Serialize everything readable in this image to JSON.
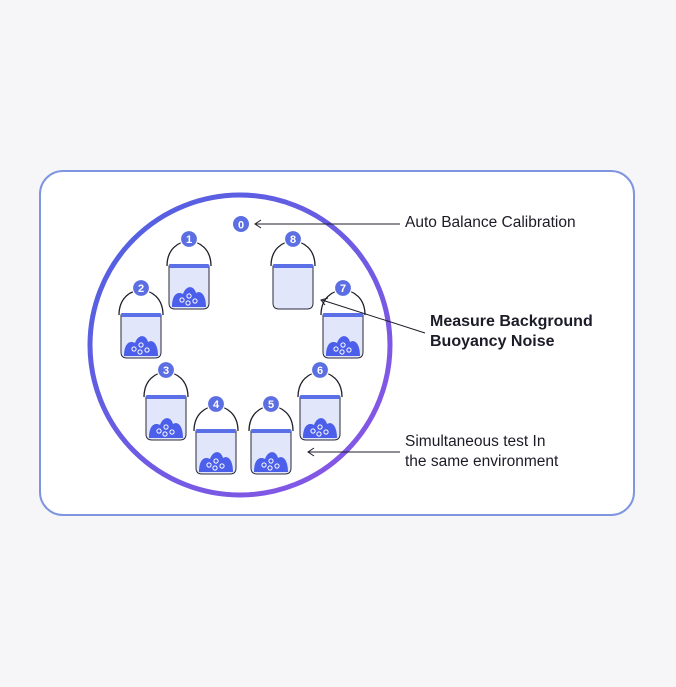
{
  "colors": {
    "ring_outer": "#4d62e0",
    "ring_inner": "#8c55e6",
    "card_border": "#7f95e0",
    "bucket_fill": "#e1e6fb",
    "bucket_rim": "#5b6fe6",
    "sample": "#4b5fea",
    "badge": "#5c6fe2",
    "text": "#1c1c28"
  },
  "positions": {
    "calibration": "0",
    "buckets": [
      "1",
      "2",
      "3",
      "4",
      "5",
      "6",
      "7",
      "8"
    ]
  },
  "annotations": {
    "auto_balance": "Auto Balance Calibration",
    "measure_line1": "Measure Background",
    "measure_line2": "Buoyancy Noise",
    "simultaneous_line1": "Simultaneous test In",
    "simultaneous_line2": "the same environment"
  },
  "bucket_states": {
    "1": "filled",
    "2": "filled",
    "3": "filled",
    "4": "filled",
    "5": "filled",
    "6": "filled",
    "7": "filled",
    "8": "empty"
  }
}
